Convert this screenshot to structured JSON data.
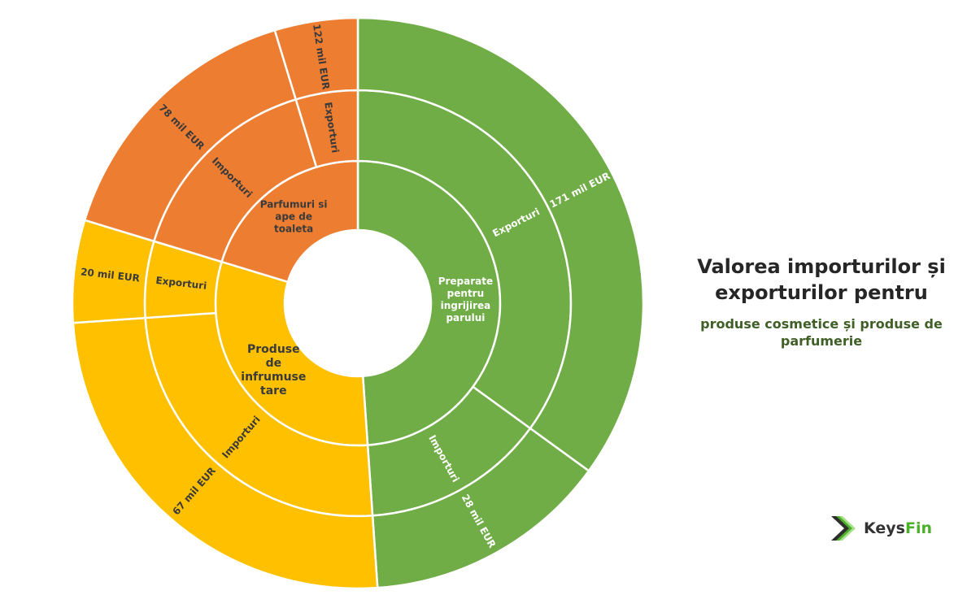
{
  "chart_data": {
    "type": "sunburst",
    "title": "Valorea importurilor și exporturilor pentru",
    "subtitle": "produse cosmetice și produse de parfumerie",
    "unit": "mil EUR",
    "categories": [
      {
        "name": "Preparate pentru ingrijirea parului",
        "lines": [
          "Preparate",
          "pentru",
          "ingrijirea",
          "parului"
        ],
        "color": "#70AD47",
        "text_color": "#ffffff",
        "children": [
          {
            "name": "Exporturi",
            "value": 171,
            "value_label": "171 mil EUR",
            "share_pct": 35.0
          },
          {
            "name": "Importuri",
            "value": 28,
            "value_label": "28 mil EUR",
            "share_pct": 13.9
          }
        ]
      },
      {
        "name": "Produse de infrumusetare",
        "lines": [
          "Produse",
          "de",
          "infrumuse",
          "tare"
        ],
        "color": "#FFC000",
        "text_color": "#3a3a3a",
        "children": [
          {
            "name": "Importuri",
            "value": 67,
            "value_label": "67 mil EUR",
            "share_pct": 25.0
          },
          {
            "name": "Exporturi",
            "value": 20,
            "value_label": "20 mil EUR",
            "share_pct": 5.8
          }
        ]
      },
      {
        "name": "Parfumuri si ape de toaleta",
        "lines": [
          "Parfumuri si",
          "ape de",
          "toaleta"
        ],
        "color": "#ED7D31",
        "text_color": "#3a3a3a",
        "children": [
          {
            "name": "Importuri",
            "value": 78,
            "value_label": "78 mil EUR",
            "share_pct": 15.6
          },
          {
            "name": "Exporturi",
            "value": 122,
            "value_label": "122 mil EUR",
            "share_pct": 4.7
          }
        ]
      }
    ]
  },
  "logo": {
    "part1": "Keys",
    "part2": "Fin"
  }
}
